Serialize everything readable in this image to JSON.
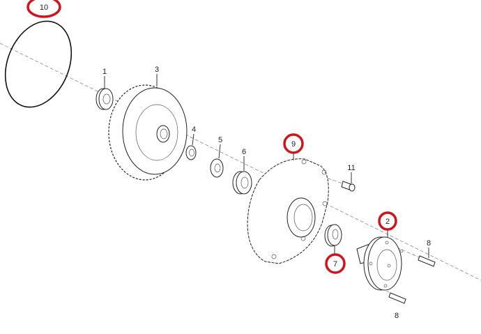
{
  "diagram": {
    "callouts": [
      {
        "id": "10",
        "label": "10",
        "highlighted": true
      },
      {
        "id": "1",
        "label": "1",
        "highlighted": false
      },
      {
        "id": "3",
        "label": "3",
        "highlighted": false
      },
      {
        "id": "4",
        "label": "4",
        "highlighted": false
      },
      {
        "id": "5",
        "label": "5",
        "highlighted": false
      },
      {
        "id": "6",
        "label": "6",
        "highlighted": false
      },
      {
        "id": "9",
        "label": "9",
        "highlighted": true
      },
      {
        "id": "11",
        "label": "11",
        "highlighted": false
      },
      {
        "id": "2",
        "label": "2",
        "highlighted": true
      },
      {
        "id": "7",
        "label": "7",
        "highlighted": true
      },
      {
        "id": "8a",
        "label": "8",
        "highlighted": false
      },
      {
        "id": "8b",
        "label": "8",
        "highlighted": false
      }
    ],
    "highlight_color": "#d0141b"
  }
}
